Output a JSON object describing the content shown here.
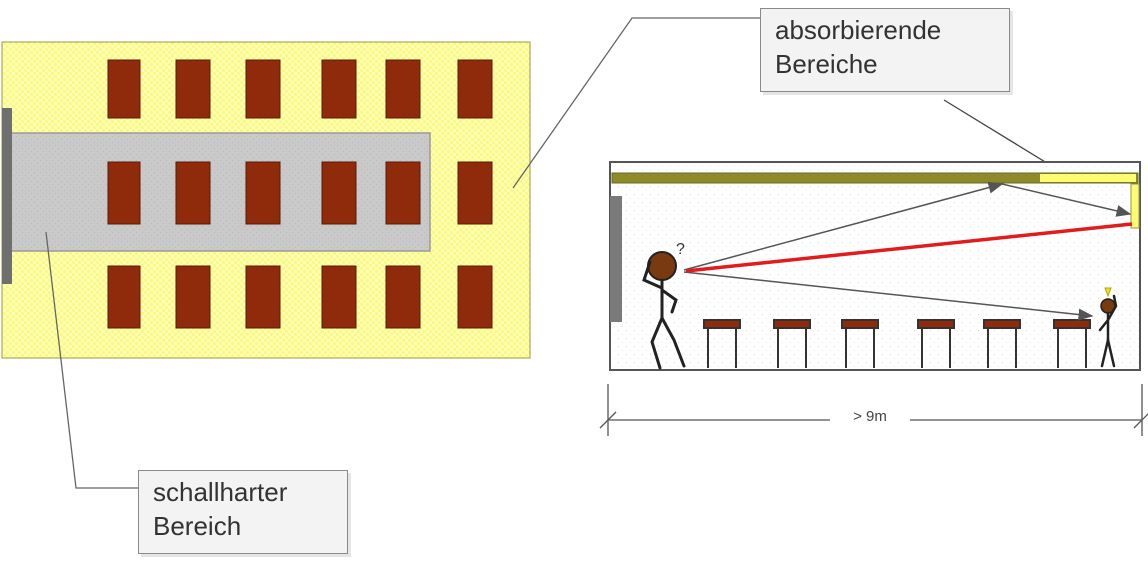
{
  "labels": {
    "absorbing_line1": "absorbierende",
    "absorbing_line2": "Bereiche",
    "reflective_line1": "schallharter",
    "reflective_line2": "Bereich",
    "dimension": "> 9m",
    "question_mark": "?"
  },
  "colors": {
    "absorbing_yellow": "#fbfb74",
    "reflective_gray": "#c8c8c8",
    "desk_brown": "#8f2a0a",
    "ray_red": "#e21c1c",
    "ray_gray": "#666666",
    "ceiling_olive": "#8e8a2a"
  }
}
